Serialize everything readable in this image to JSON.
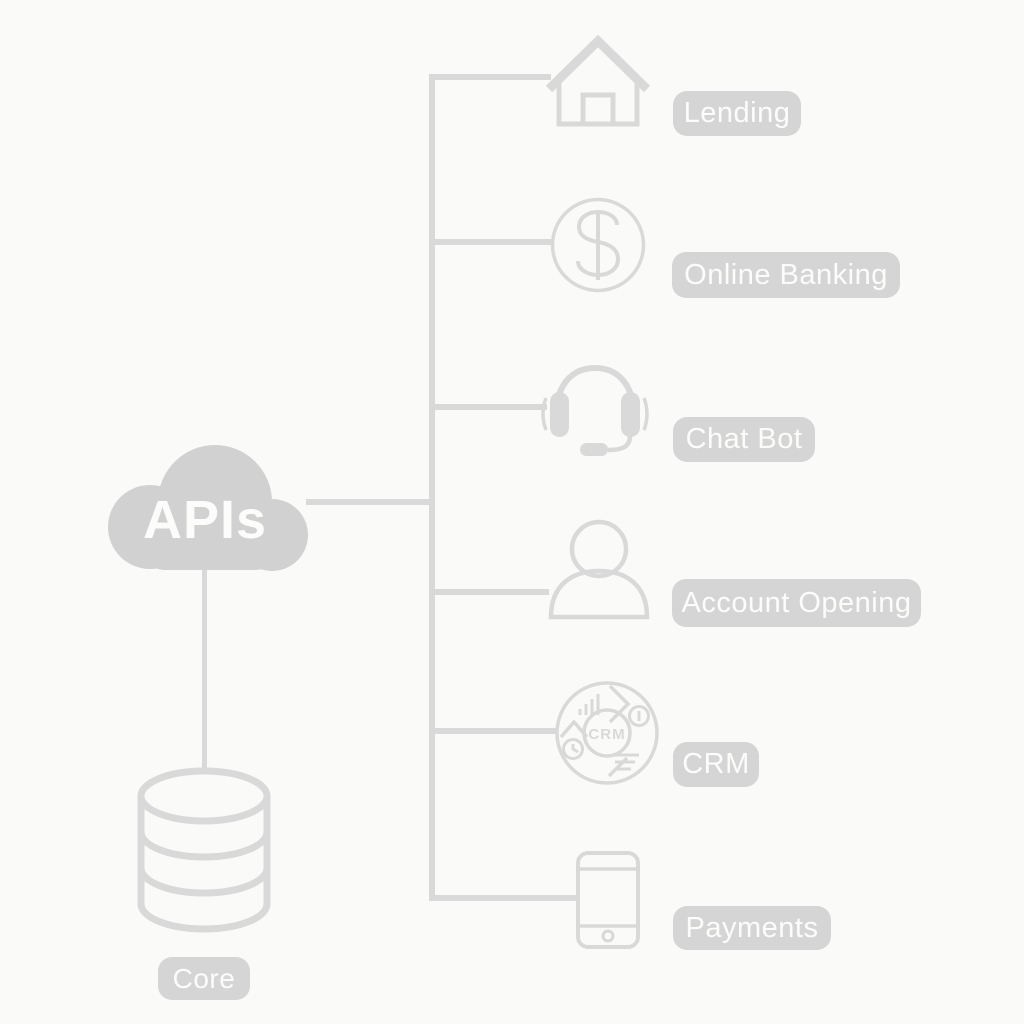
{
  "hub": {
    "label": "APIs",
    "icon": "cloud-icon"
  },
  "core": {
    "label": "Core",
    "icon": "database-icon"
  },
  "branches": [
    {
      "id": "lending",
      "label": "Lending",
      "icon": "house-icon"
    },
    {
      "id": "online-banking",
      "label": "Online Banking",
      "icon": "dollar-circle-icon"
    },
    {
      "id": "chat-bot",
      "label": "Chat Bot",
      "icon": "headset-icon"
    },
    {
      "id": "account-opening",
      "label": "Account Opening",
      "icon": "person-icon"
    },
    {
      "id": "crm",
      "label": "CRM",
      "icon": "crm-cycle-icon"
    },
    {
      "id": "payments",
      "label": "Payments",
      "icon": "smartphone-icon"
    }
  ],
  "crm_icon": {
    "center_label": "CRM"
  },
  "colors": {
    "background": "#fafaf8",
    "line": "#d9d9d9",
    "shape_fill": "#d1d1d1",
    "pill_background": "#d5d5d5",
    "pill_text": "#fcfcfa"
  }
}
